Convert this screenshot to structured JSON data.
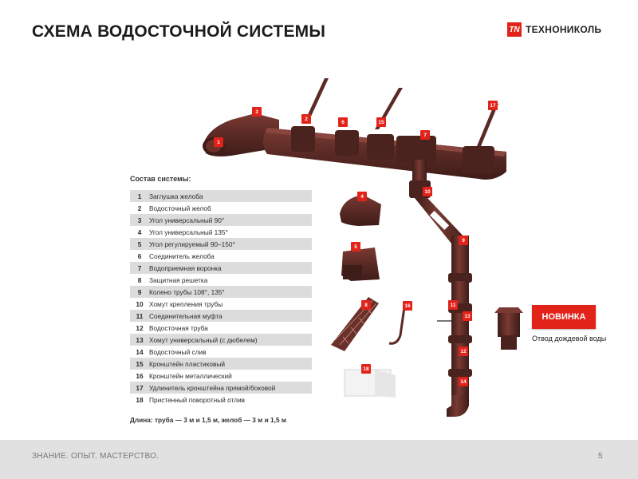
{
  "header": {
    "title": "СХЕМА ВОДОСТОЧНОЙ СИСТЕМЫ",
    "logo_mark": "TN",
    "logo_text": "ТЕХНОНИКОЛЬ"
  },
  "legend": {
    "title": "Состав системы:",
    "items": [
      {
        "num": "1",
        "label": "Заглушка желоба"
      },
      {
        "num": "2",
        "label": "Водосточный желоб"
      },
      {
        "num": "3",
        "label": "Угол универсальный 90°"
      },
      {
        "num": "4",
        "label": "Угол универсальный 135°"
      },
      {
        "num": "5",
        "label": "Угол регулируемый 90–150°"
      },
      {
        "num": "6",
        "label": "Соединитель желоба"
      },
      {
        "num": "7",
        "label": "Водоприемная воронка"
      },
      {
        "num": "8",
        "label": "Защитная решетка"
      },
      {
        "num": "9",
        "label": "Колено трубы 108°, 135°"
      },
      {
        "num": "10",
        "label": "Хомут крепления трубы"
      },
      {
        "num": "11",
        "label": "Соединительная муфта"
      },
      {
        "num": "12",
        "label": "Водосточная труба"
      },
      {
        "num": "13",
        "label": "Хомут универсальный (с дюбелем)"
      },
      {
        "num": "14",
        "label": "Водосточный слив"
      },
      {
        "num": "15",
        "label": "Кронштейн пластиковый"
      },
      {
        "num": "16",
        "label": "Кронштейн металлический"
      },
      {
        "num": "17",
        "label": "Удлинитель кронштейна прямой/боковой"
      },
      {
        "num": "18",
        "label": "Пристенный поворотный отлив"
      }
    ],
    "length_note": "Длина: труба — 3 м и 1,5 м, желоб — 3 м и 1,5 м"
  },
  "diagram": {
    "markers": [
      "1",
      "2",
      "3",
      "6",
      "15",
      "7",
      "17",
      "10",
      "4",
      "5",
      "9",
      "8",
      "16",
      "11",
      "13",
      "12",
      "14",
      "18"
    ]
  },
  "new_product": {
    "badge": "НОВИНКА",
    "caption": "Отвод дождевой воды"
  },
  "footer": {
    "slogan": "ЗНАНИЕ. ОПЫТ. МАСТЕРСТВО.",
    "page": "5"
  },
  "colors": {
    "accent": "#e2231a",
    "product_brown": "#5a2a25",
    "footer_bg": "#e1e1e1"
  }
}
